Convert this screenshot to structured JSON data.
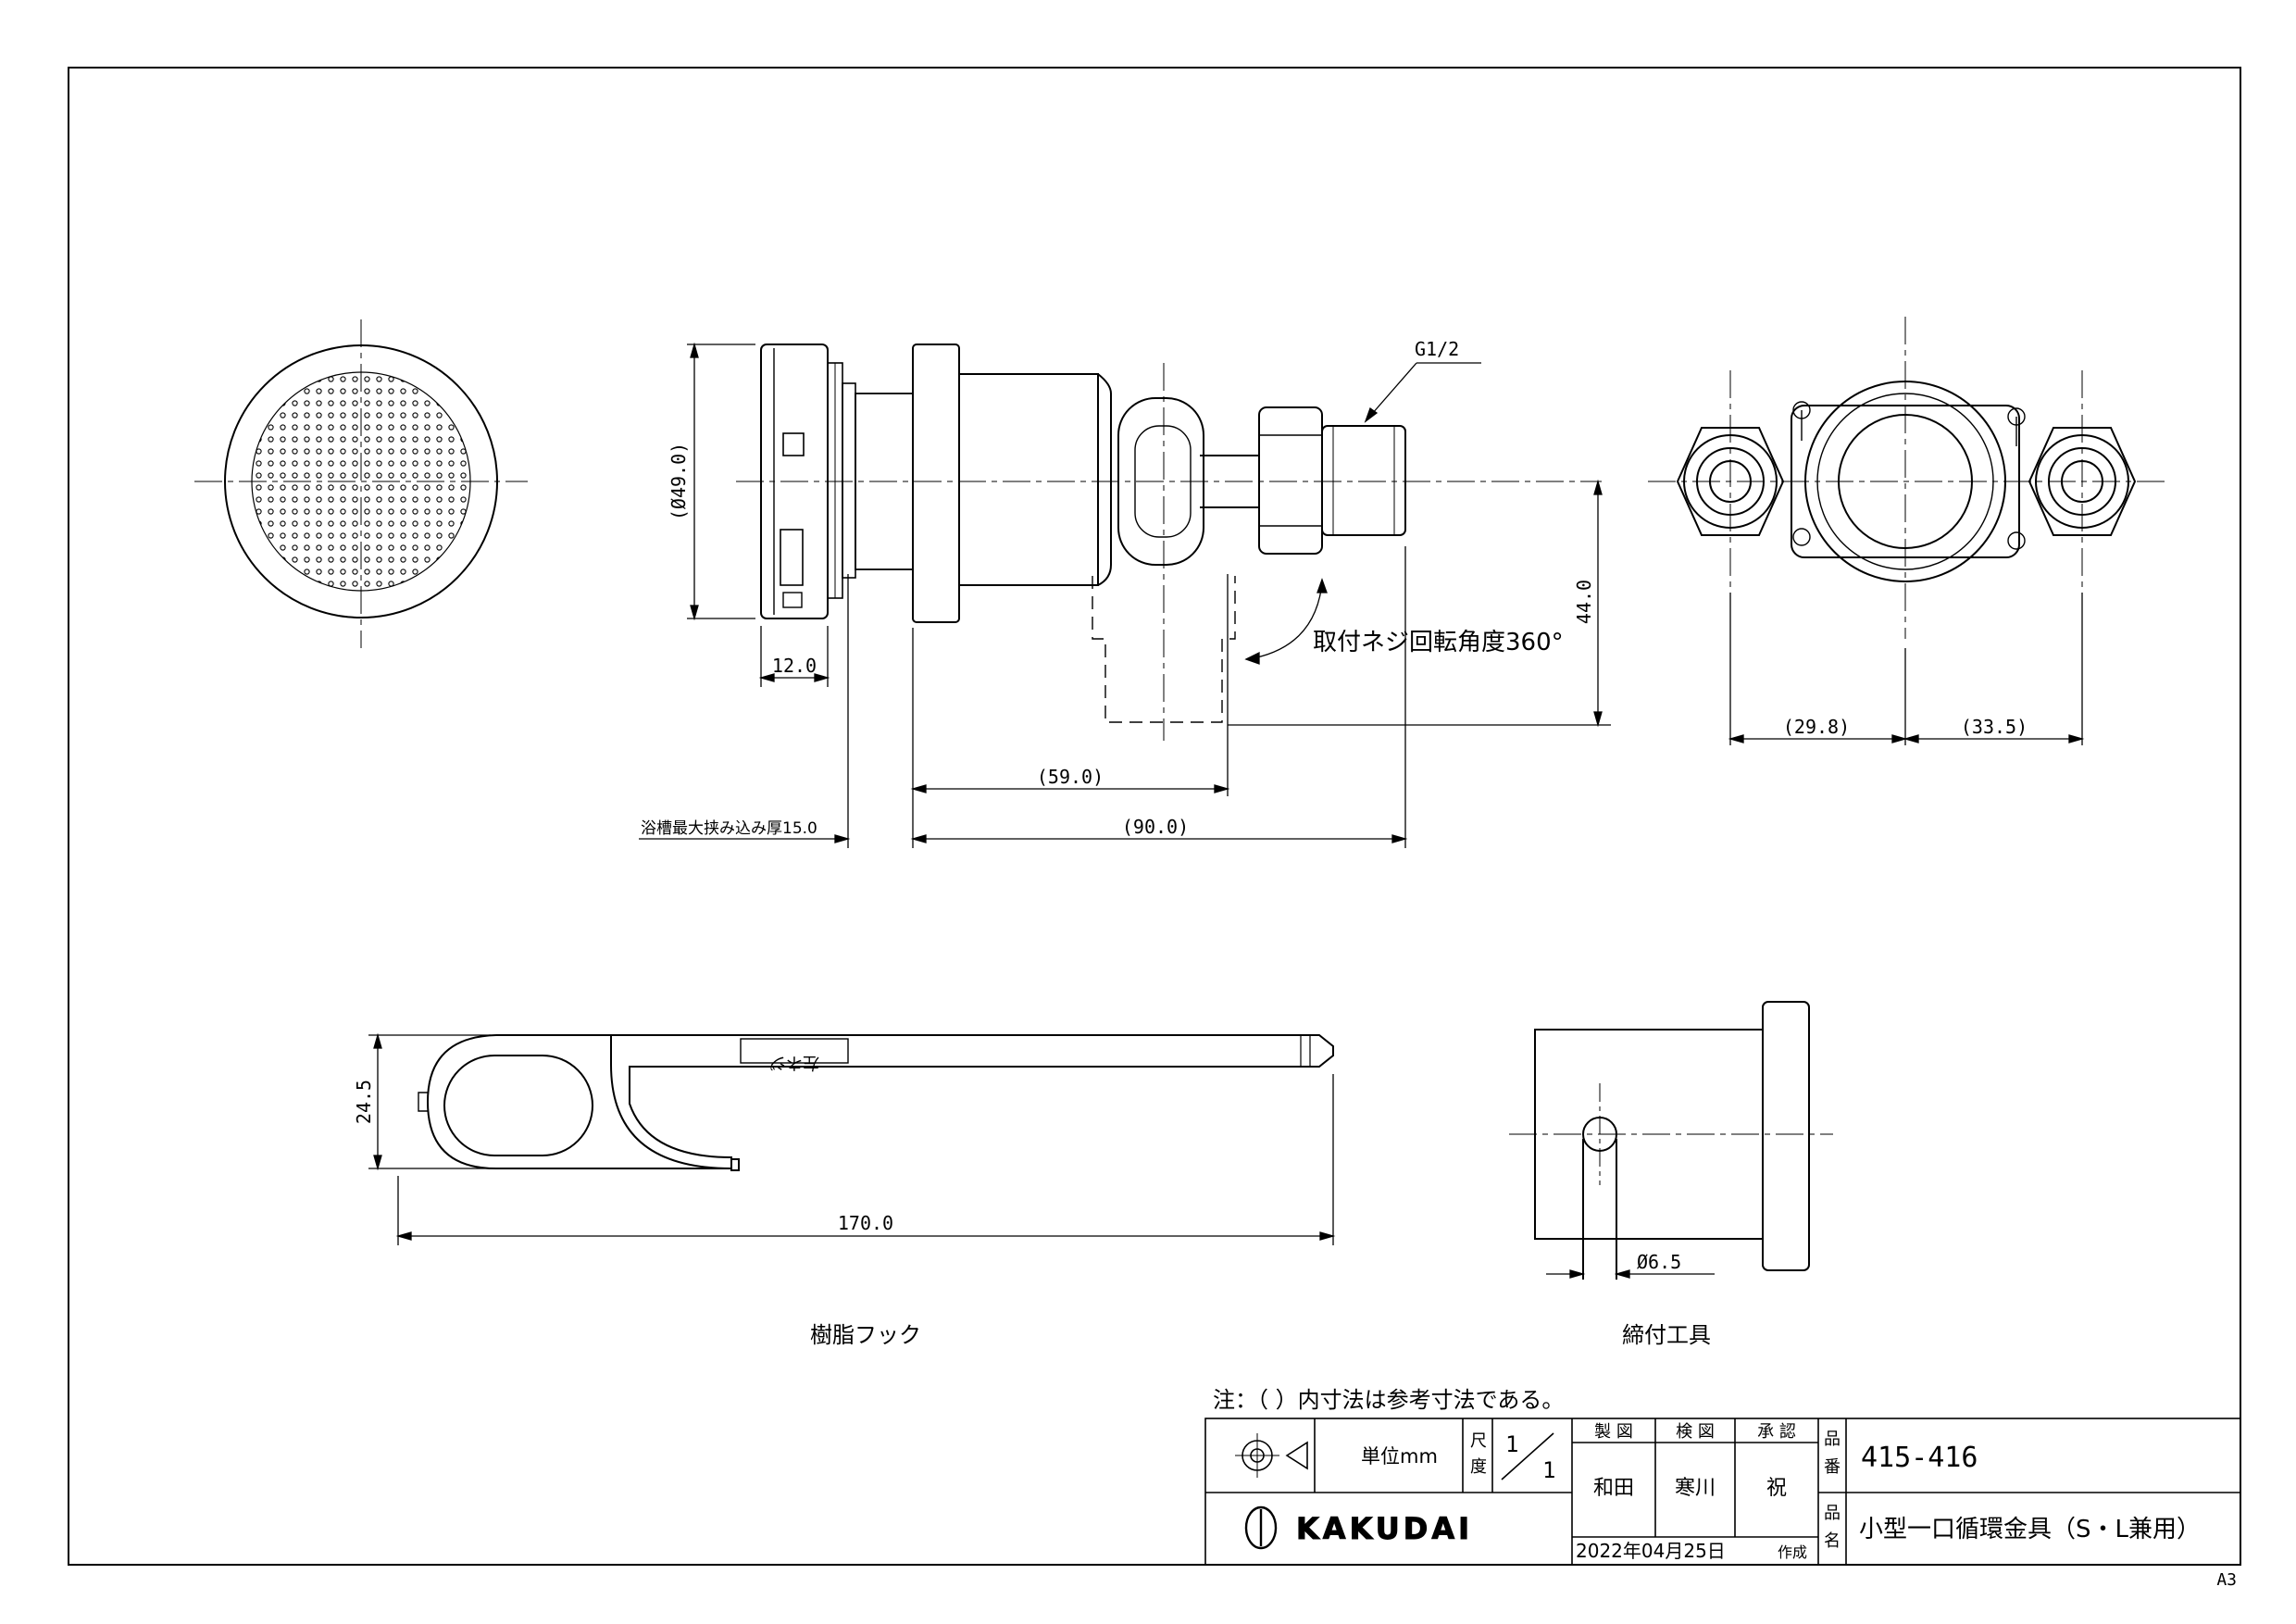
{
  "dimensions": {
    "g_thread": "G1/2",
    "dia_49": "(Ø49.0)",
    "d_12": "12.0",
    "d_59": "(59.0)",
    "d_90": "(90.0)",
    "bath_thickness": "浴槽最大挟み込み厚15.0",
    "rotation_note": "取付ネジ回転角度360°",
    "d_44": "44.0",
    "d_29_8": "(29.8)",
    "d_33_5": "(33.5)",
    "d_24_5": "24.5",
    "d_170": "170.0",
    "d_6_5": "Ø6.5",
    "hook_stamp": "左ネジ"
  },
  "labels": {
    "resin_hook": "樹脂フック",
    "tightening_tool": "締付工具"
  },
  "notes": {
    "reference": "注：（ ）内寸法は参考寸法である。"
  },
  "title_block": {
    "unit": "単位mm",
    "scale_label_1": "尺",
    "scale_label_2": "度",
    "scale_num": "1",
    "scale_den": "1",
    "made": "製 図",
    "checked": "検 図",
    "approved": "承 認",
    "made_by": "和田",
    "checked_by": "寒川",
    "approved_by": "祝",
    "date": "2022年04月25日",
    "created": "作成",
    "part_no_label_1": "品",
    "part_no_label_2": "番",
    "part_no": "415-416",
    "part_name_label_1": "品",
    "part_name_label_2": "名",
    "part_name": "小型一口循環金具（S・L兼用）",
    "brand": "KAKUDAI"
  },
  "sheet_size": "A3"
}
